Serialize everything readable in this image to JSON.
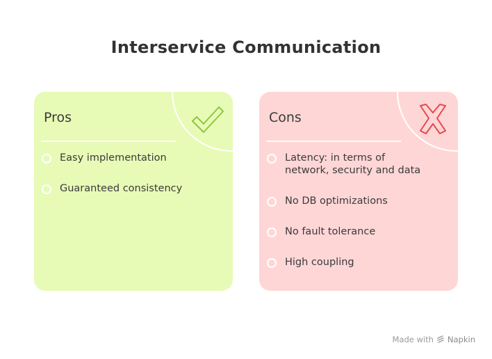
{
  "title": "Interservice Communication",
  "pros": {
    "heading": "Pros",
    "icon": "check-icon",
    "accent": "#8fc640",
    "items": [
      "Easy implementation",
      "Guaranteed consistency"
    ]
  },
  "cons": {
    "heading": "Cons",
    "icon": "x-icon",
    "accent": "#e5484d",
    "items": [
      "Latency: in terms of network, security and data",
      "No DB optimizations",
      "No fault tolerance",
      "High coupling"
    ]
  },
  "footer": {
    "made_with": "Made with",
    "brand": "Napkin",
    "icon": "napkin-logo-icon"
  }
}
